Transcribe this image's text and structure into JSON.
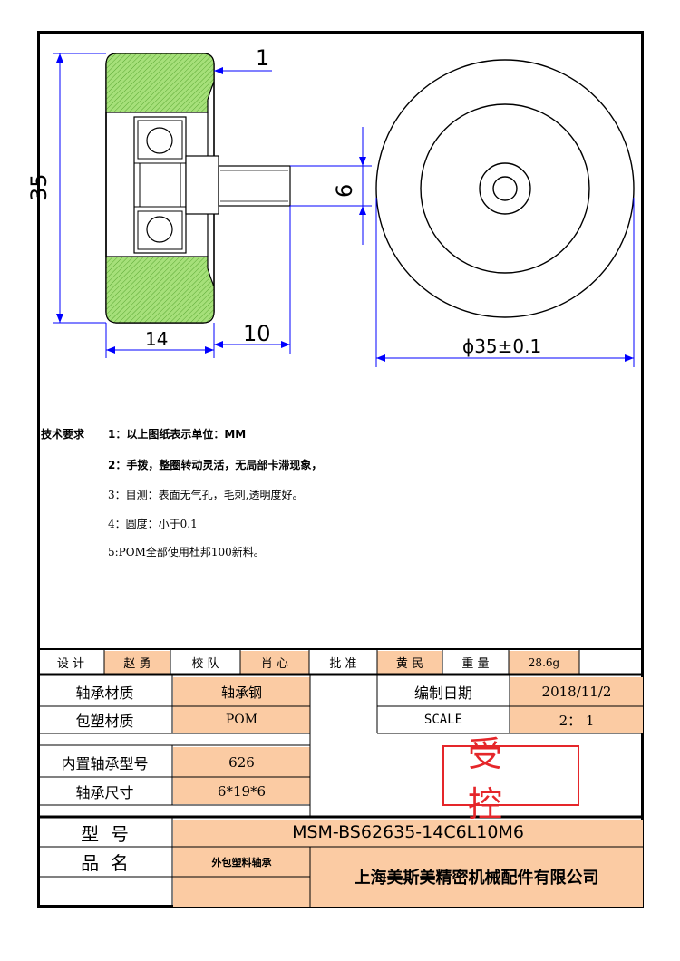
{
  "drawing": {
    "dims": {
      "width_top": "1",
      "height_left": "35",
      "width_bottom": "14",
      "shaft_length": "10",
      "shaft_diameter": "6",
      "outer_diameter": "ϕ35±0.1"
    }
  },
  "requirements": {
    "heading": "技术要求",
    "items": [
      "1：以上图纸表示单位：MM",
      "2：手拨，整圈转动灵活，无局部卡滞现象，",
      "3：目测：表面无气孔，毛刺,透明度好。",
      "4：圆度：小于0.1",
      "5:POM全部使用杜邦100新料。"
    ]
  },
  "title_block": {
    "row1": {
      "design_label": "设 计",
      "design_value": "赵 勇",
      "check_label": "校 队",
      "check_value": "肖 心",
      "approve_label": "批 准",
      "approve_value": "黄 民",
      "weight_label": "重 量",
      "weight_value": "28.6g"
    },
    "bearing_material_label": "轴承材质",
    "bearing_material_value": "轴承钢",
    "coating_material_label": "包塑材质",
    "coating_material_value": "POM",
    "date_label": "编制日期",
    "date_value": "2018/11/2",
    "scale_label": "SCALE",
    "scale_value": "2： 1",
    "inner_bearing_label": "内置轴承型号",
    "inner_bearing_value": "626",
    "bearing_size_label": "轴承尺寸",
    "bearing_size_value": "6*19*6",
    "stamp": "受控",
    "model_label": "型  号",
    "model_value": "MSM-BS62635-14C6L10M6",
    "product_label": "品  名",
    "product_value": "外包塑料轴承",
    "company": "上海美斯美精密机械配件有限公司"
  }
}
